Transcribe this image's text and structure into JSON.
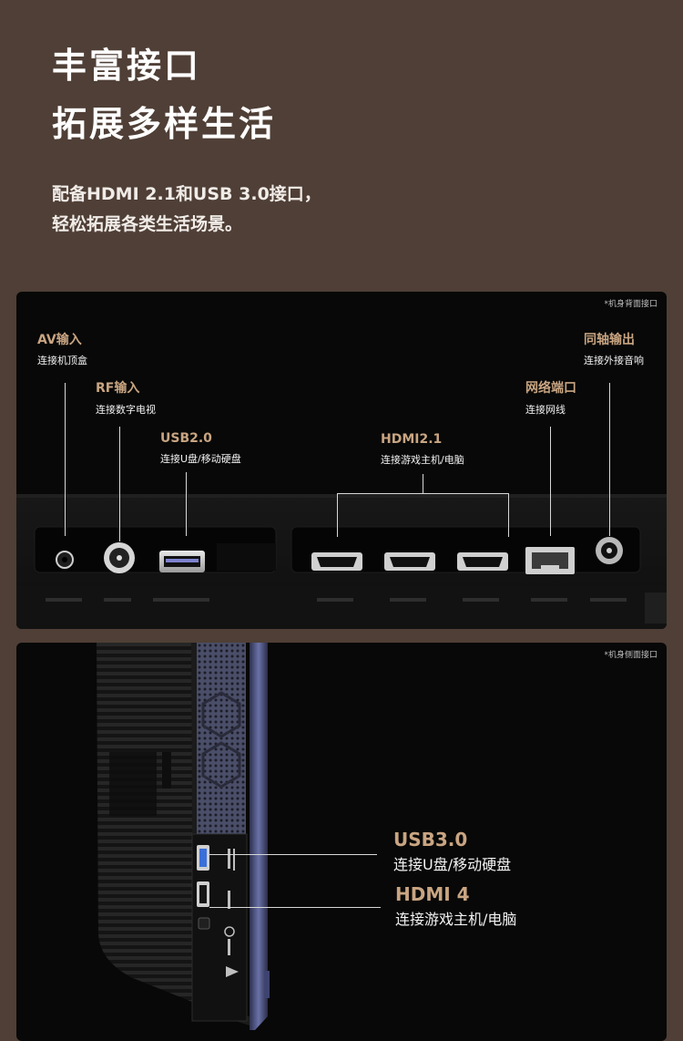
{
  "headline": {
    "line1": "丰富接口",
    "line2": "拓展多样生活"
  },
  "description": {
    "line1": "配备HDMI 2.1和USB 3.0接口，",
    "line2": "轻松拓展各类生活场景。"
  },
  "back_panel": {
    "note": "*机身背面接口",
    "ports": [
      {
        "label": "AV输入",
        "desc": "连接机顶盒"
      },
      {
        "label": "RF输入",
        "desc": "连接数字电视"
      },
      {
        "label": "USB2.0",
        "desc": "连接U盘/移动硬盘"
      },
      {
        "label": "HDMI2.1",
        "desc": "连接游戏主机/电脑"
      },
      {
        "label": "网络端口",
        "desc": "连接网线"
      },
      {
        "label": "同轴输出",
        "desc": "连接外接音响"
      }
    ]
  },
  "side_panel": {
    "note": "*机身侧面接口",
    "ports": [
      {
        "label": "USB3.0",
        "desc": "连接U盘/移动硬盘"
      },
      {
        "label": "HDMI 4",
        "desc": "连接游戏主机/电脑"
      }
    ]
  },
  "colors": {
    "background": "#4f3f36",
    "accent": "#c9a582",
    "panel": "#080808"
  }
}
